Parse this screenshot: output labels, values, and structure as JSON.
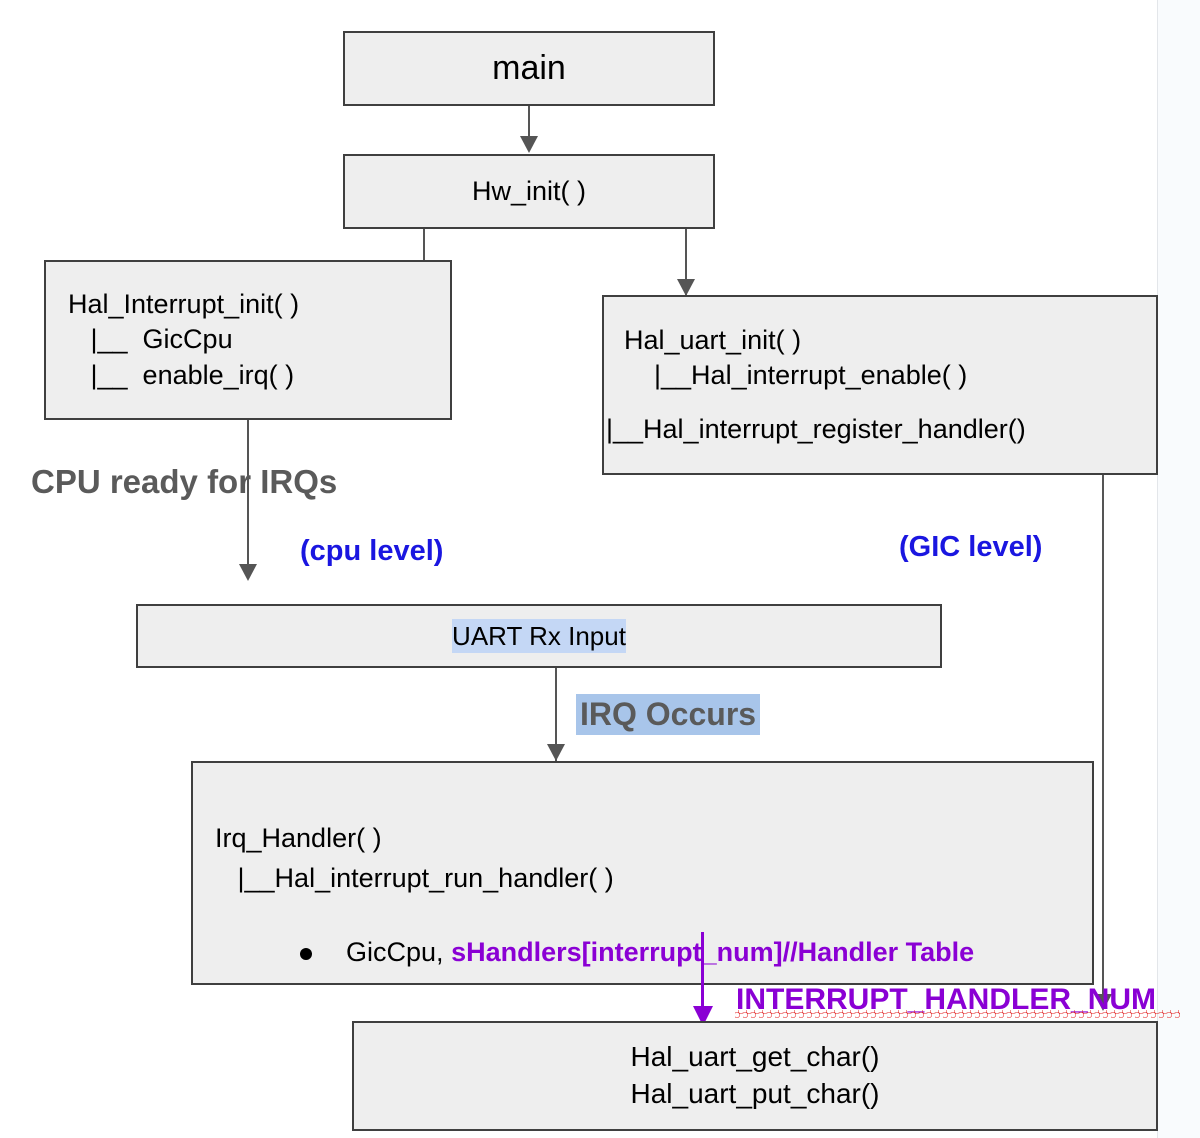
{
  "diagram": {
    "title": "ARM IRQ handling call flow",
    "colors": {
      "box_fill": "#eeeeee",
      "box_border": "#3f3f3f",
      "connector": "#555555",
      "accent_blue": "#1a16e0",
      "accent_purple": "#8a00d4",
      "note_gray": "#5a5a5a",
      "highlight_light": "#c4d7f5",
      "highlight_strong": "#a8c5ea",
      "spellcheck_red": "#e01010"
    },
    "nodes": {
      "main": {
        "label": "main"
      },
      "hw_init": {
        "label": "Hw_init( )"
      },
      "hal_interrupt_init": {
        "lines": [
          "Hal_Interrupt_init( )",
          "   |__  GicCpu",
          "   |__  enable_irq( )"
        ]
      },
      "hal_uart_init": {
        "lines": [
          "Hal_uart_init( )",
          "    |__Hal_interrupt_enable( )",
          "",
          "|__Hal_interrupt_register_handler()"
        ]
      },
      "uart_rx_input": {
        "label": "UART Rx Input"
      },
      "irq_handler": {
        "line1": "Irq_Handler( )",
        "line2": "   |__Hal_interrupt_run_handler( )",
        "line3_prefix": "GicCpu, ",
        "line3_accent": "sHandlers[interrupt_num]//Handler Table"
      },
      "hal_uart_char": {
        "lines": [
          "Hal_uart_get_char()",
          "Hal_uart_put_char()"
        ]
      }
    },
    "annotations": {
      "cpu_ready": "CPU ready for IRQs",
      "cpu_level": "(cpu level)",
      "gic_level": "(GIC level)",
      "irq_occurs": "IRQ Occurs",
      "interrupt_handler_num": "INTERRUPT_HANDLER_NUM"
    }
  }
}
